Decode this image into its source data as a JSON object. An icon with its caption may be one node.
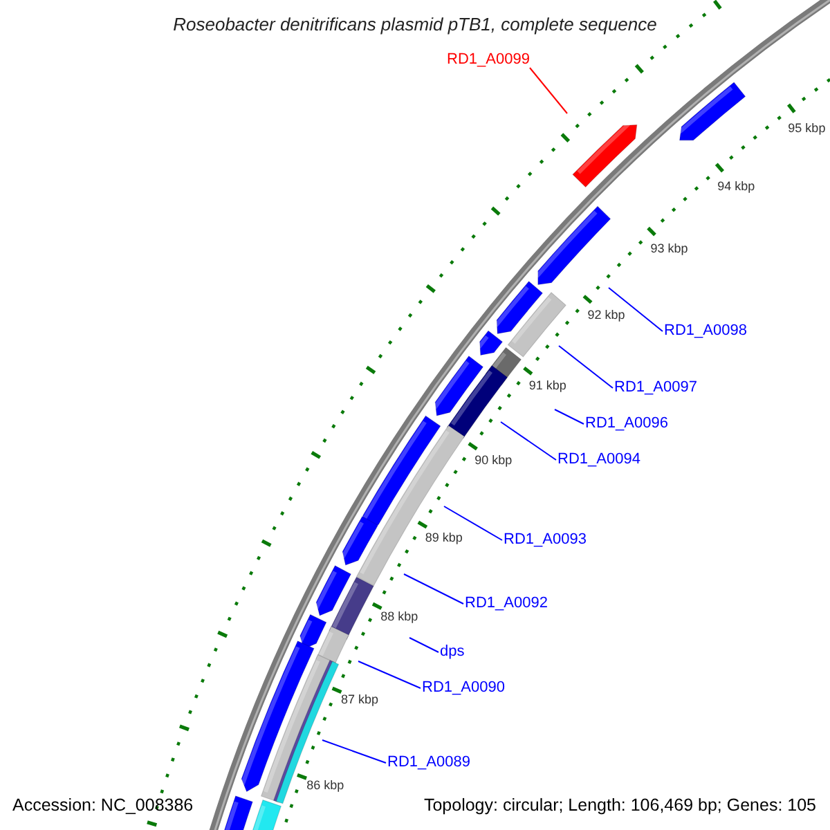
{
  "diagram": {
    "title": "Roseobacter denitrificans plasmid pTB1, complete sequence",
    "nodes": [
      {
        "text": [
          "RD1_A0099"
        ]
      },
      {
        "text": [
          "RD1_A0098"
        ]
      },
      {
        "text": [
          "RD1_A0097"
        ]
      },
      {
        "text": [
          "RD1_A0096"
        ]
      },
      {
        "text": [
          "RD1_A0094"
        ]
      },
      {
        "text": [
          "RD1_A0093"
        ]
      },
      {
        "text": [
          "RD1_A0092"
        ]
      },
      {
        "text": [
          "dps"
        ]
      },
      {
        "text": [
          "RD1_A0090"
        ]
      },
      {
        "text": [
          "RD1_A0089"
        ]
      }
    ],
    "edges": [
      {
        "from": 0,
        "to": null,
        "arrow": "none",
        "color": "#ff0000"
      },
      {
        "from": 1,
        "to": null,
        "arrow": "none"
      },
      {
        "from": 2,
        "to": null,
        "arrow": "none"
      },
      {
        "from": 3,
        "to": null,
        "arrow": "none"
      },
      {
        "from": 4,
        "to": null,
        "arrow": "none"
      },
      {
        "from": 5,
        "to": null,
        "arrow": "none"
      },
      {
        "from": 6,
        "to": null,
        "arrow": "none"
      },
      {
        "from": 7,
        "to": null,
        "arrow": "none"
      },
      {
        "from": 8,
        "to": null,
        "arrow": "none"
      },
      {
        "from": 9,
        "to": null,
        "arrow": "none"
      }
    ],
    "labels": [
      "95 kbp",
      "94 kbp",
      "93 kbp",
      "92 kbp",
      "91 kbp",
      "90 kbp",
      "89 kbp",
      "88 kbp",
      "87 kbp",
      "86 kbp",
      "Accession: NC_008386",
      "Topology: circular; Length: 106,469 bp; Genes: 105"
    ]
  }
}
